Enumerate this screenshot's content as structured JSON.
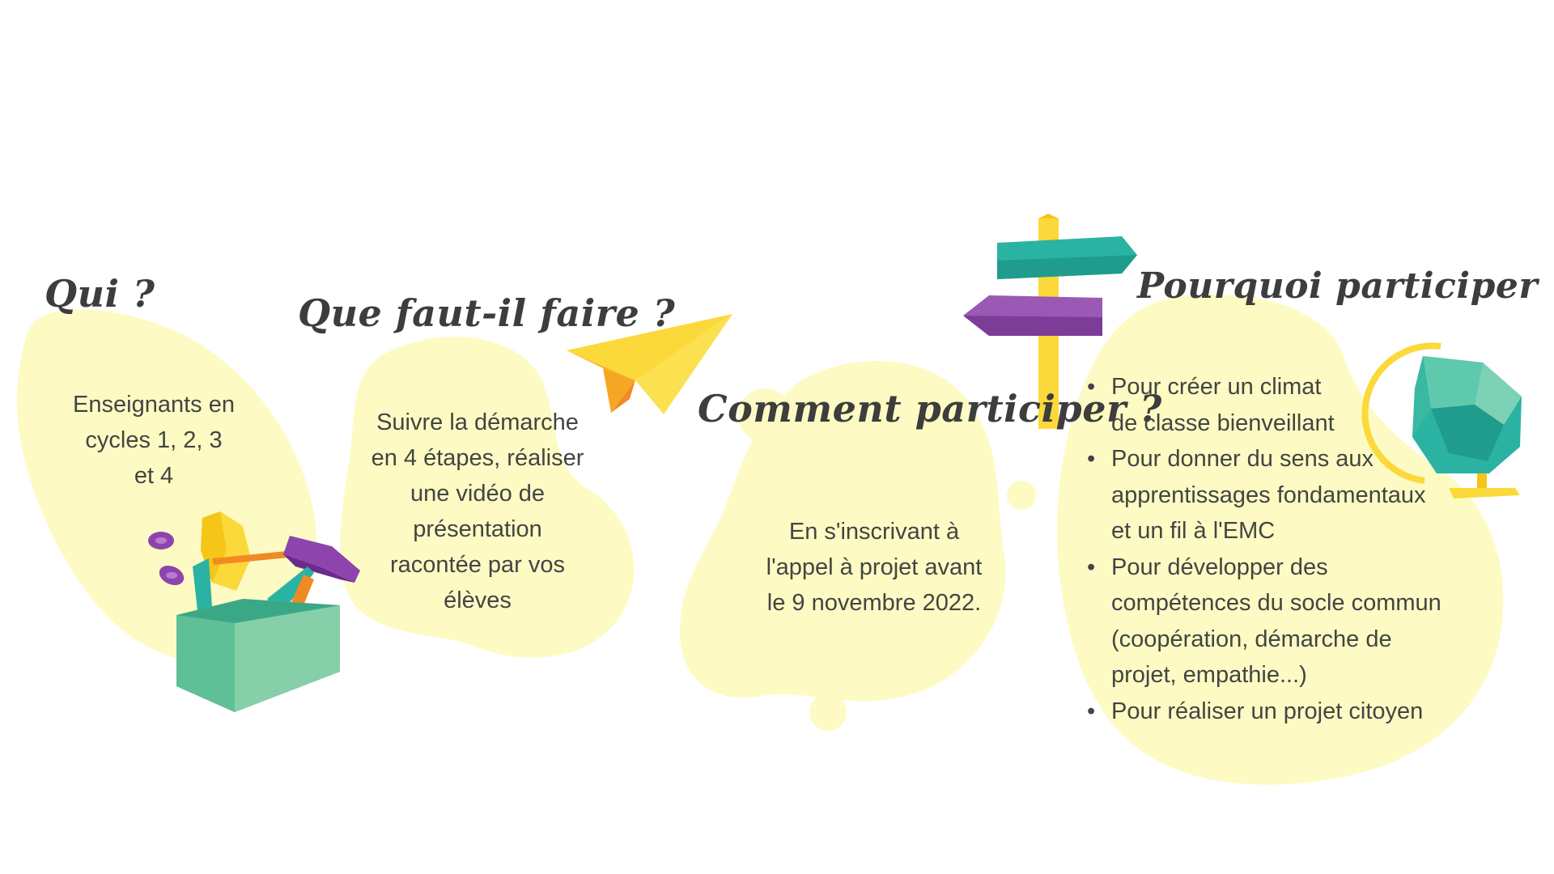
{
  "sections": [
    {
      "title": "Qui ?",
      "lines": [
        "Enseignants en",
        "cycles 1, 2, 3",
        "et 4"
      ]
    },
    {
      "title": "Que faut-il faire ?",
      "lines": [
        "Suivre la démarche",
        "en 4 étapes, réaliser",
        "une vidéo de",
        "présentation",
        "racontée par vos",
        "élèves"
      ]
    },
    {
      "title": "Comment participer ?",
      "lines": [
        "En s'inscrivant à",
        "l'appel à projet avant",
        "le 9 novembre 2022."
      ]
    },
    {
      "title": "Pourquoi participer ?",
      "bullets": [
        [
          "Pour créer un climat",
          "de classe bienveillant"
        ],
        [
          "Pour donner du sens aux",
          "apprentissages fondamentaux",
          "et un fil à l'EMC"
        ],
        [
          "Pour développer des",
          "compétences du socle commun",
          "(coopération, démarche de",
          "projet, empathie...)"
        ],
        [
          "Pour réaliser un projet citoyen"
        ]
      ]
    }
  ],
  "colors": {
    "blob": "#fdfbc3",
    "heading": "#3d3d3d",
    "text": "#444444",
    "yellow": "#fcd93a",
    "orange": "#f5a623",
    "teal": "#2ab3a3",
    "purple": "#9b59b6",
    "green": "#7dc9a5"
  },
  "illustrations": [
    "toolbox-icon",
    "paper-plane-icon",
    "signpost-icon",
    "globe-icon"
  ]
}
